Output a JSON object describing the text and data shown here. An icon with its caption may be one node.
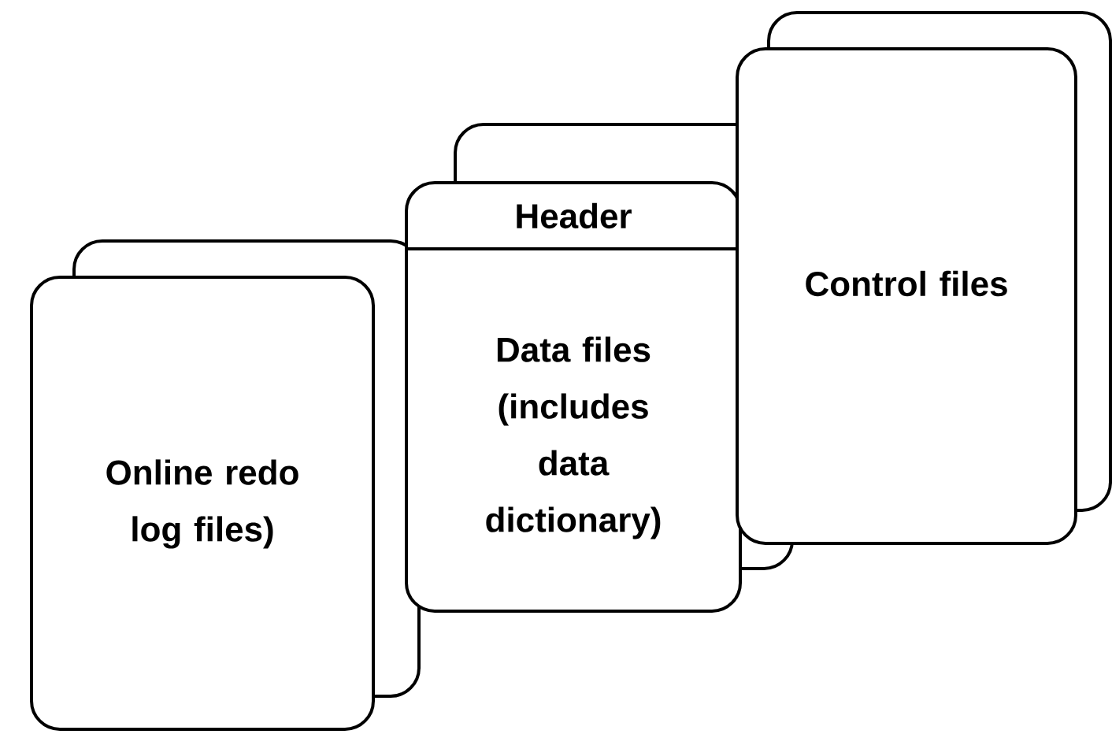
{
  "diagram": {
    "nodes": [
      {
        "text": [],
        "shape": "box"
      },
      {
        "text": [
          "Online redo log files)"
        ]
      },
      {
        "text": [],
        "shape": "box"
      },
      {
        "text": [
          "Header",
          "Data files (includes data dictionary)"
        ]
      },
      {
        "text": [],
        "shape": "box"
      },
      {
        "text": [
          "Control files"
        ]
      }
    ]
  }
}
